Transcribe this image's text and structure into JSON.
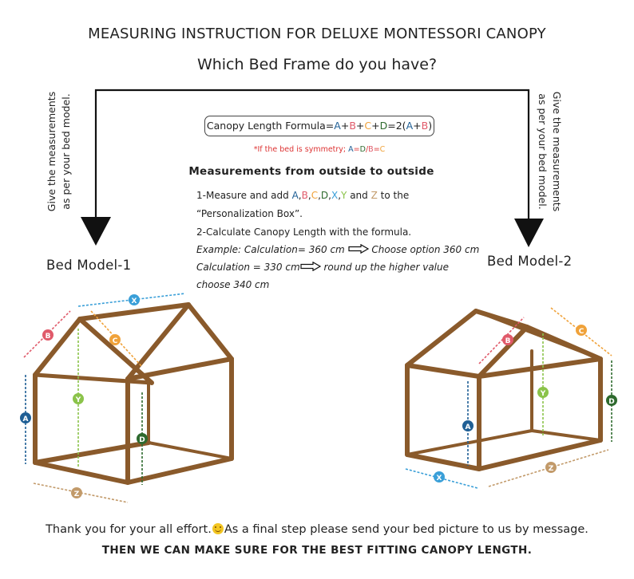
{
  "title": "MEASURING INSTRUCTION FOR DELUXE MONTESSORI CANOPY",
  "subtitle": "Which Bed Frame do you have?",
  "side_text": {
    "line1": "Give the measurements",
    "line2": "as per your bed model."
  },
  "formula": {
    "prefix": "Canopy Length Formula=",
    "A": "A",
    "B": "B",
    "C": "C",
    "D": "D",
    "plus": "+",
    "eq": "=",
    "two": "=2(",
    "close": ")"
  },
  "symmetry_note": {
    "prefix": "*If the bed is symmetry; ",
    "A": "A",
    "D": "D",
    "B": "B",
    "C": "C",
    "eq": "=",
    "slash": "/"
  },
  "measure_title": "Measurements  from outside to outside",
  "steps": {
    "step1_prefix": "1-Measure and add ",
    "letters": [
      "A",
      "B",
      "C",
      "D",
      "X",
      "Y",
      "Z"
    ],
    "sep": ",",
    "and": " and ",
    "to_the": " to the",
    "step1_line2": "“Personalization Box”.",
    "step2": "2-Calculate Canopy Length with the formula.",
    "example1_left": "Example: Calculation= 360 cm",
    "example1_right": "Choose option 360 cm",
    "example2_left": "Calculation = 330 cm",
    "example2_right": "round up the higher value",
    "example2_line2": "choose 340 cm"
  },
  "models": {
    "model1": "Bed Model-1",
    "model2": "Bed Model-2"
  },
  "footer": {
    "thanks_a": "Thank you for your all effort.",
    "thanks_b": "As a final step please send your  bed picture to us by message.",
    "final": "THEN WE CAN MAKE SURE FOR THE BEST FITTING CANOPY LENGTH."
  },
  "colors": {
    "A": "#1f5f95",
    "B": "#e05a6a",
    "C": "#f0a23a",
    "D": "#2e6a2e",
    "X": "#3a9fd8",
    "Y": "#8bc34a",
    "Z": "#c29a6a",
    "wood": "#8a5a2b",
    "note": "#d33"
  }
}
